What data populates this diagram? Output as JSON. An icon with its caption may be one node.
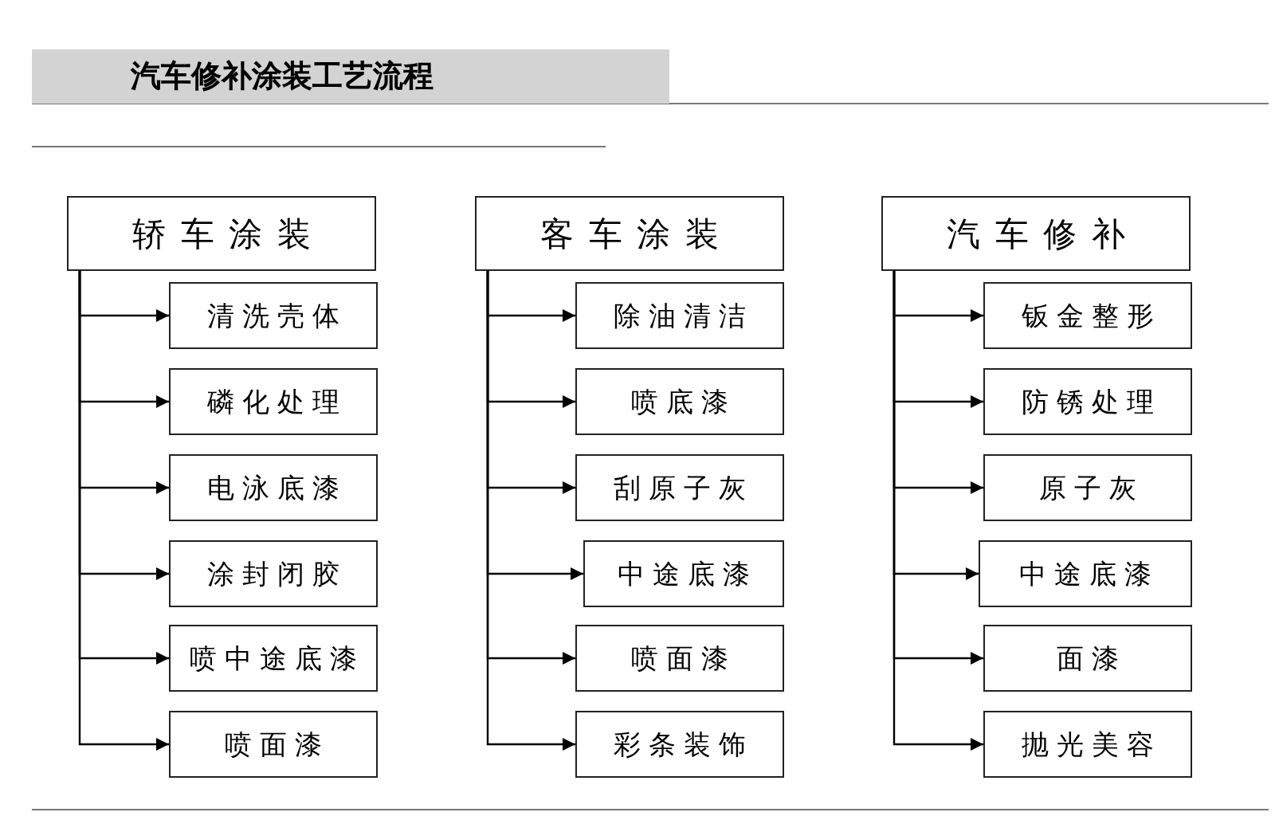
{
  "diagram": {
    "title": "汽车修补涂装工艺流程",
    "nodes": [
      {
        "text": [
          "轿车涂装"
        ]
      },
      {
        "text": [
          "清洗壳体"
        ]
      },
      {
        "text": [
          "磷化处理"
        ]
      },
      {
        "text": [
          "电泳底漆"
        ]
      },
      {
        "text": [
          "涂封闭胶"
        ]
      },
      {
        "text": [
          "喷中途底漆"
        ]
      },
      {
        "text": [
          "喷面漆"
        ]
      },
      {
        "text": [
          "客车涂装"
        ]
      },
      {
        "text": [
          "除油清洁"
        ]
      },
      {
        "text": [
          "喷底漆"
        ]
      },
      {
        "text": [
          "刮原子灰"
        ]
      },
      {
        "text": [
          "中途底漆"
        ]
      },
      {
        "text": [
          "喷面漆"
        ]
      },
      {
        "text": [
          "彩条装饰"
        ]
      },
      {
        "text": [
          "汽车修补"
        ]
      },
      {
        "text": [
          "钣金整形"
        ]
      },
      {
        "text": [
          "防锈处理"
        ]
      },
      {
        "text": [
          "原子灰"
        ]
      },
      {
        "text": [
          "中途底漆"
        ]
      },
      {
        "text": [
          "面漆"
        ]
      },
      {
        "text": [
          "抛光美容"
        ]
      }
    ],
    "edges": [
      {
        "from": 0,
        "to": 1,
        "arrow": "to"
      },
      {
        "from": 0,
        "to": 2,
        "arrow": "to"
      },
      {
        "from": 0,
        "to": 3,
        "arrow": "to"
      },
      {
        "from": 0,
        "to": 4,
        "arrow": "to"
      },
      {
        "from": 0,
        "to": 5,
        "arrow": "to"
      },
      {
        "from": 0,
        "to": 6,
        "arrow": "to"
      },
      {
        "from": 7,
        "to": 8,
        "arrow": "to"
      },
      {
        "from": 7,
        "to": 9,
        "arrow": "to"
      },
      {
        "from": 7,
        "to": 10,
        "arrow": "to"
      },
      {
        "from": 7,
        "to": 11,
        "arrow": "to"
      },
      {
        "from": 7,
        "to": 12,
        "arrow": "to"
      },
      {
        "from": 7,
        "to": 13,
        "arrow": "to"
      },
      {
        "from": 14,
        "to": 15,
        "arrow": "to"
      },
      {
        "from": 14,
        "to": 16,
        "arrow": "to"
      },
      {
        "from": 14,
        "to": 17,
        "arrow": "to"
      },
      {
        "from": 14,
        "to": 18,
        "arrow": "to"
      },
      {
        "from": 14,
        "to": 19,
        "arrow": "to"
      },
      {
        "from": 14,
        "to": 20,
        "arrow": "to"
      }
    ]
  }
}
